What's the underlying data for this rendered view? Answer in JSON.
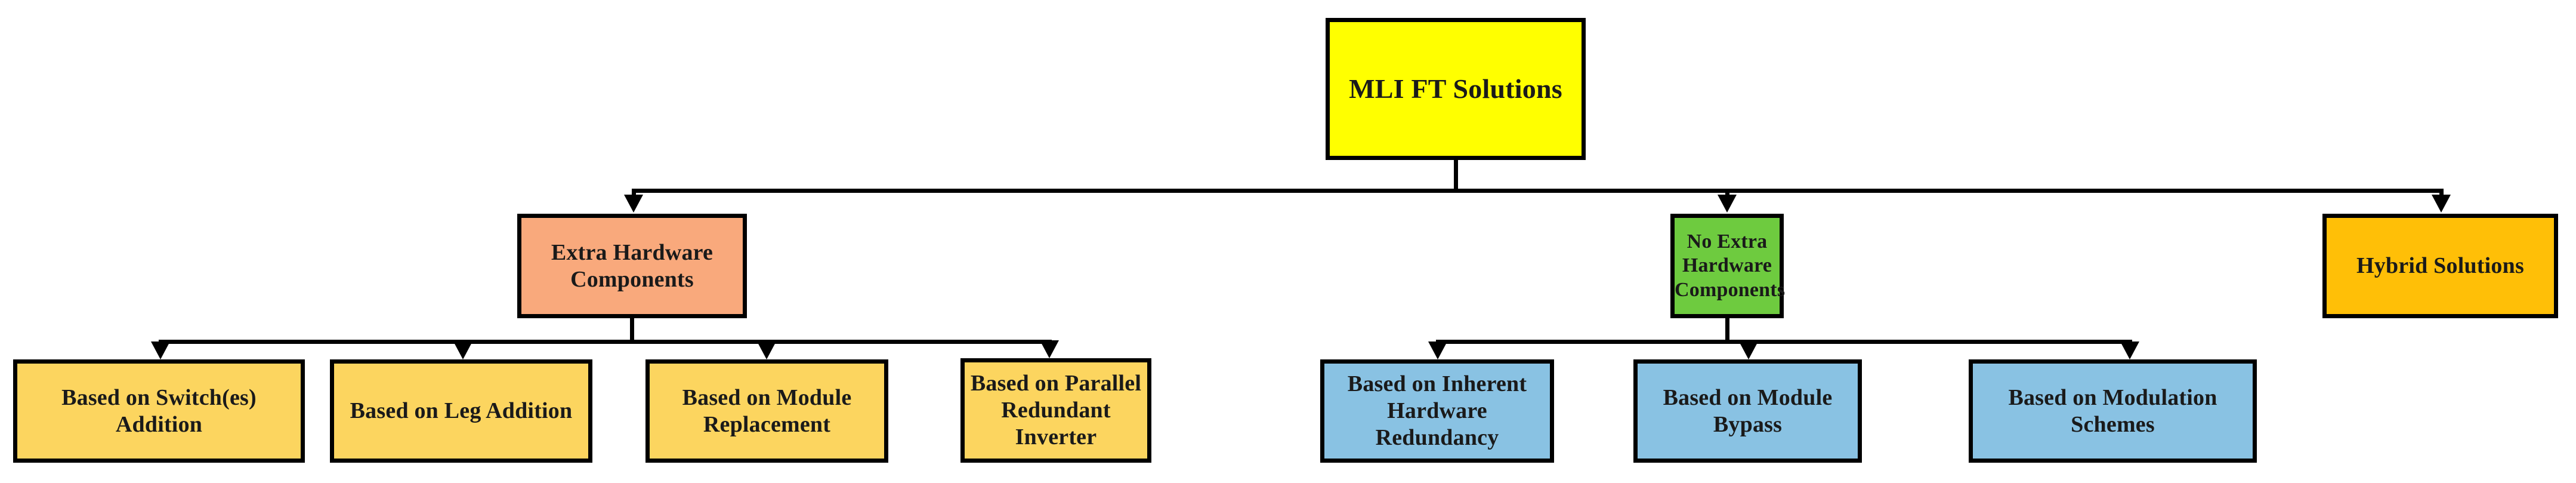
{
  "diagram": {
    "title": "MLI FT Solutions taxonomy",
    "root": {
      "label": "MLI FT Solutions",
      "color": "#ffff00"
    },
    "level2": [
      {
        "label": "Extra Hardware Components",
        "color": "#f9a97c"
      },
      {
        "label": "No Extra Hardware Components",
        "color": "#6ecb3f"
      },
      {
        "label": "Hybrid Solutions",
        "color": "#ffbf07"
      }
    ],
    "branch_extra_hardware": [
      {
        "label": "Based on Switch(es) Addition",
        "color": "#fcd55f"
      },
      {
        "label": "Based on Leg Addition",
        "color": "#fcd55f"
      },
      {
        "label": "Based on Module Replacement",
        "color": "#fcd55f"
      },
      {
        "label": "Based on Parallel Redundant Inverter",
        "color": "#fcd55f"
      }
    ],
    "branch_no_extra_hardware": [
      {
        "label": "Based on Inherent Hardware Redundancy",
        "color": "#89c2e3"
      },
      {
        "label": "Based on Module Bypass",
        "color": "#89c2e3"
      },
      {
        "label": "Based on Modulation Schemes",
        "color": "#89c2e3"
      }
    ],
    "colors": {
      "stroke": "#000000",
      "text": "#1a1a1a",
      "background": "#ffffff"
    }
  }
}
